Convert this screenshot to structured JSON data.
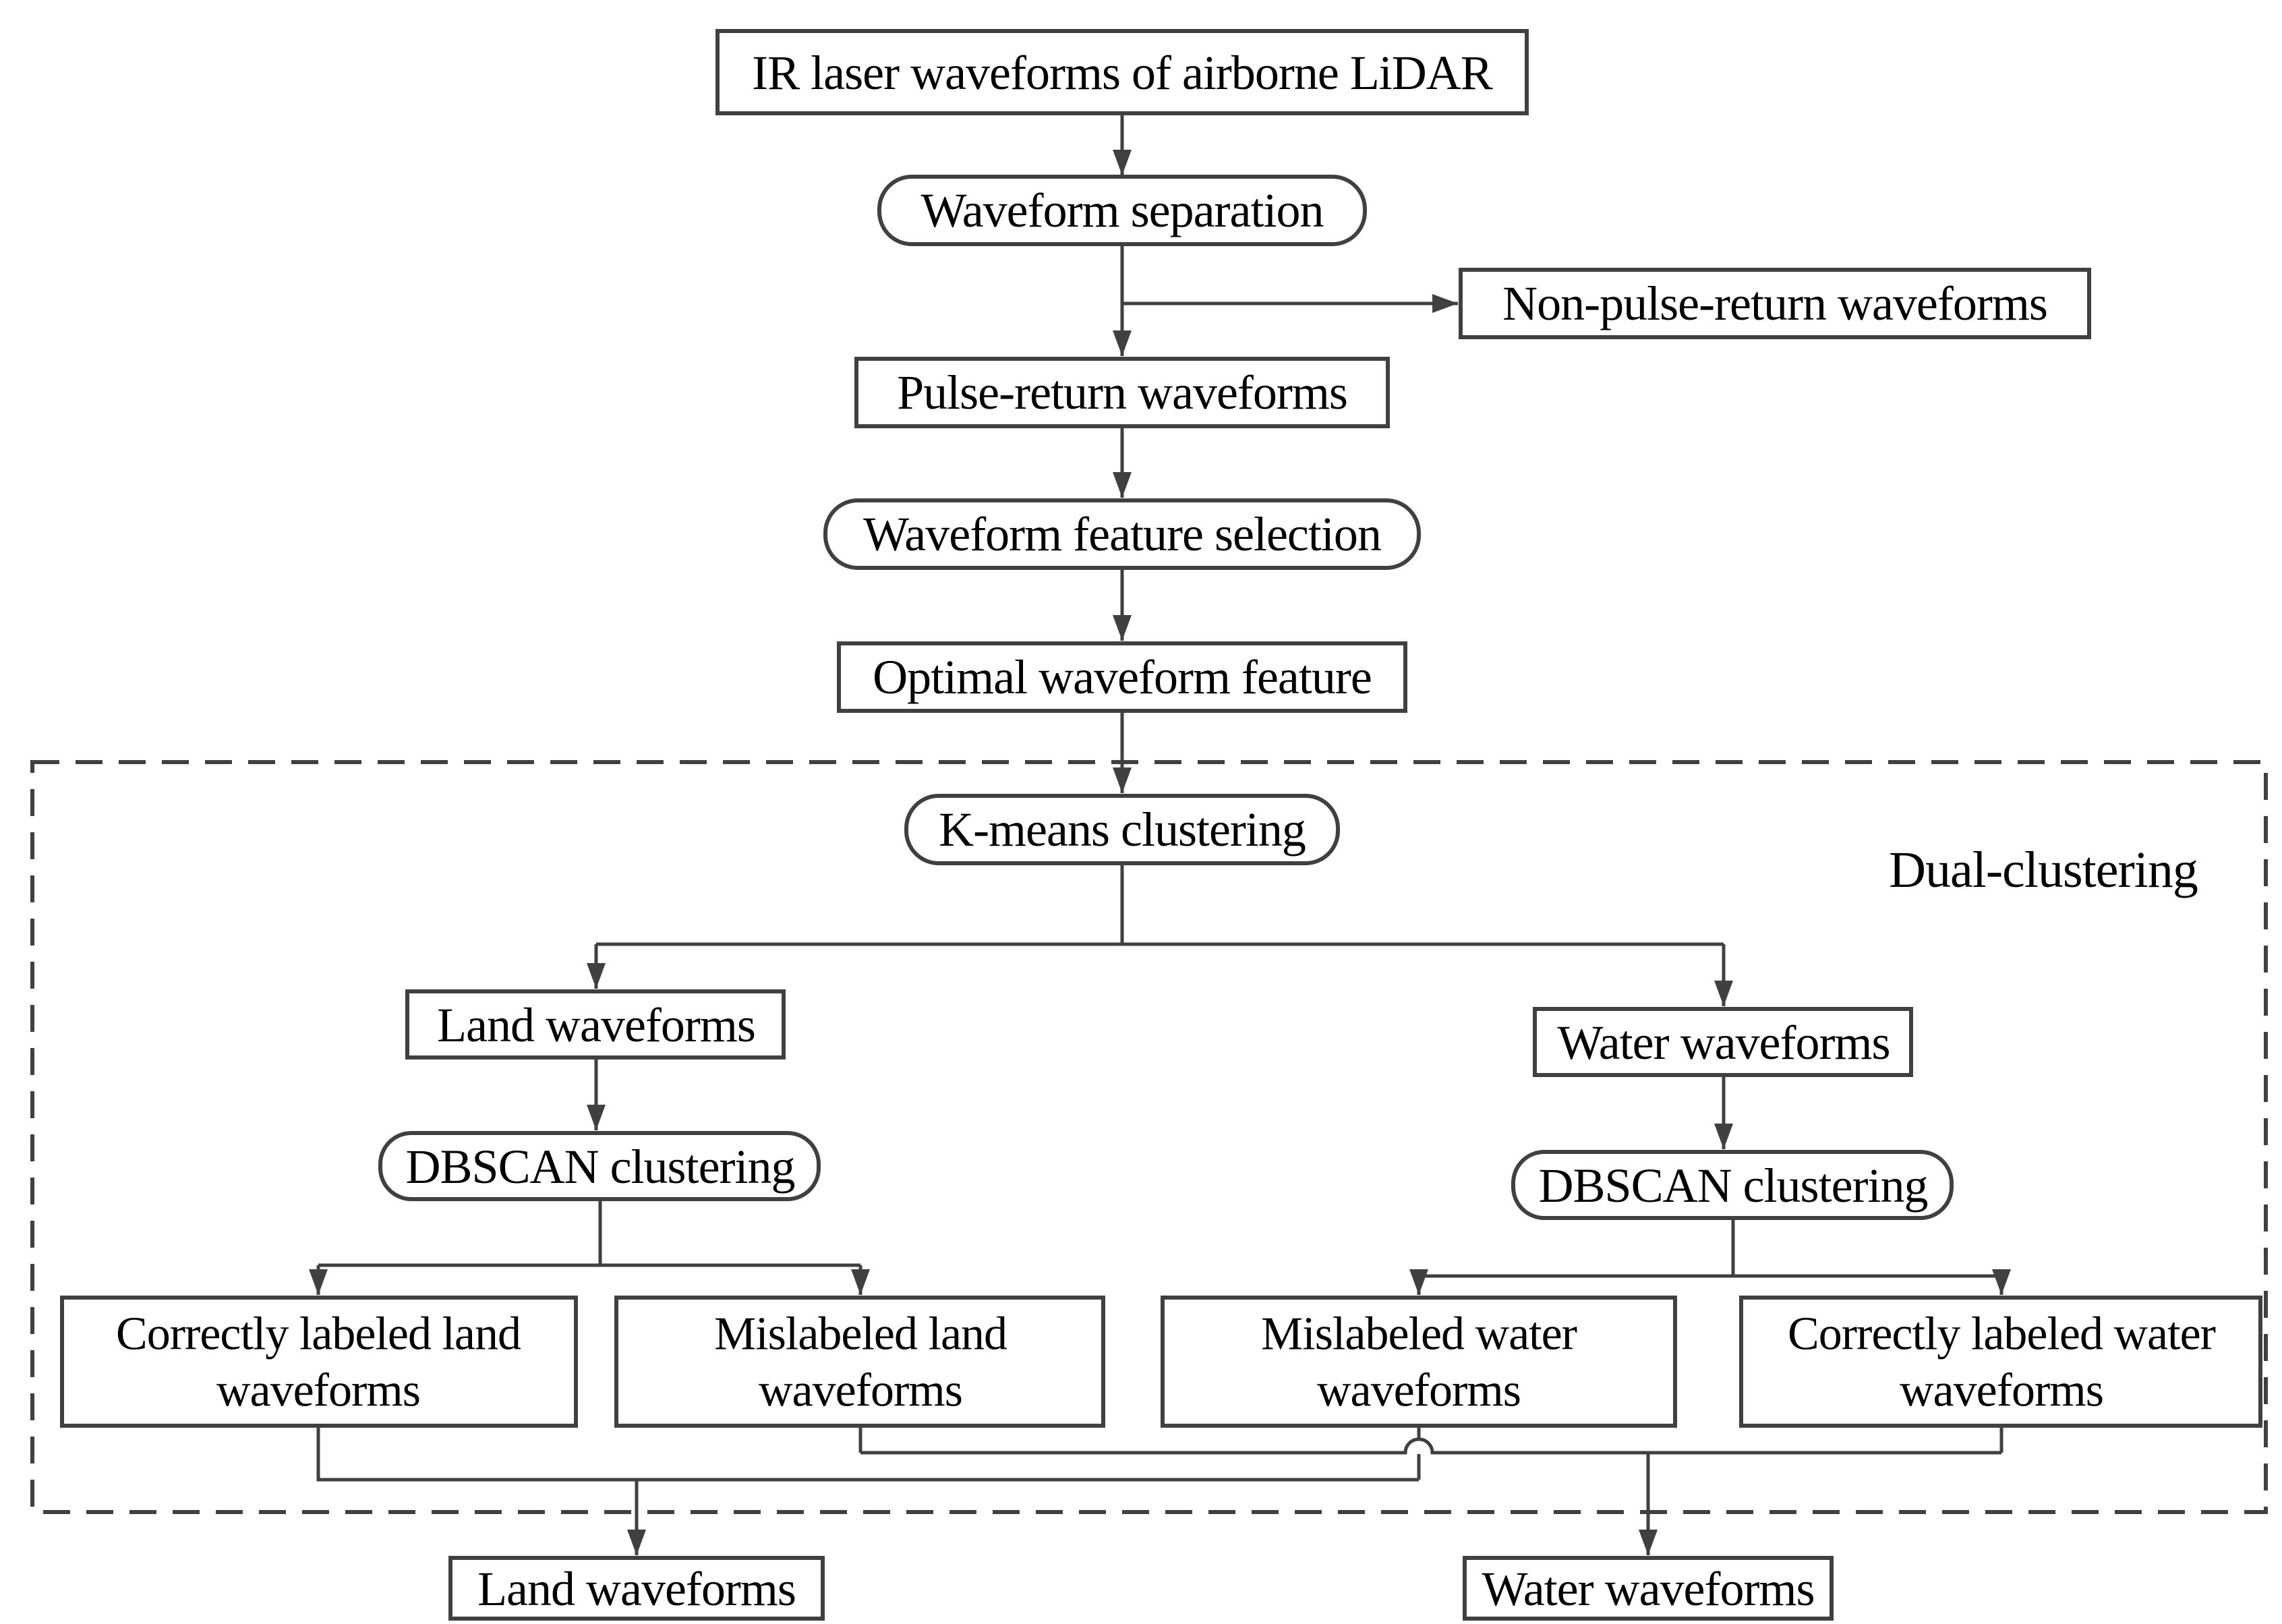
{
  "diagram": {
    "region_label": "Dual-clustering",
    "colors": {
      "line": "#404040",
      "text": "#000000",
      "background": "#ffffff"
    },
    "nodes": {
      "ir_laser": {
        "label": "IR laser waveforms of airborne LiDAR"
      },
      "waveform_separation": {
        "label": "Waveform separation"
      },
      "non_pulse_return": {
        "label": "Non-pulse-return waveforms"
      },
      "pulse_return": {
        "label": "Pulse-return waveforms"
      },
      "feature_selection": {
        "label": "Waveform feature selection"
      },
      "optimal_feature": {
        "label": "Optimal waveform feature"
      },
      "kmeans": {
        "label": "K-means clustering"
      },
      "land_waveforms": {
        "label": "Land waveforms"
      },
      "water_waveforms": {
        "label": "Water waveforms"
      },
      "dbscan_left": {
        "label": "DBSCAN clustering"
      },
      "dbscan_right": {
        "label": "DBSCAN clustering"
      },
      "correct_land": {
        "line1": "Correctly labeled land",
        "line2": "waveforms"
      },
      "mislabeled_land": {
        "line1": "Mislabeled land",
        "line2": "waveforms"
      },
      "mislabeled_water": {
        "line1": "Mislabeled water",
        "line2": "waveforms"
      },
      "correct_water": {
        "line1": "Correctly labeled water",
        "line2": "waveforms"
      },
      "land_output": {
        "label": "Land waveforms"
      },
      "water_output": {
        "label": "Water waveforms"
      }
    }
  }
}
